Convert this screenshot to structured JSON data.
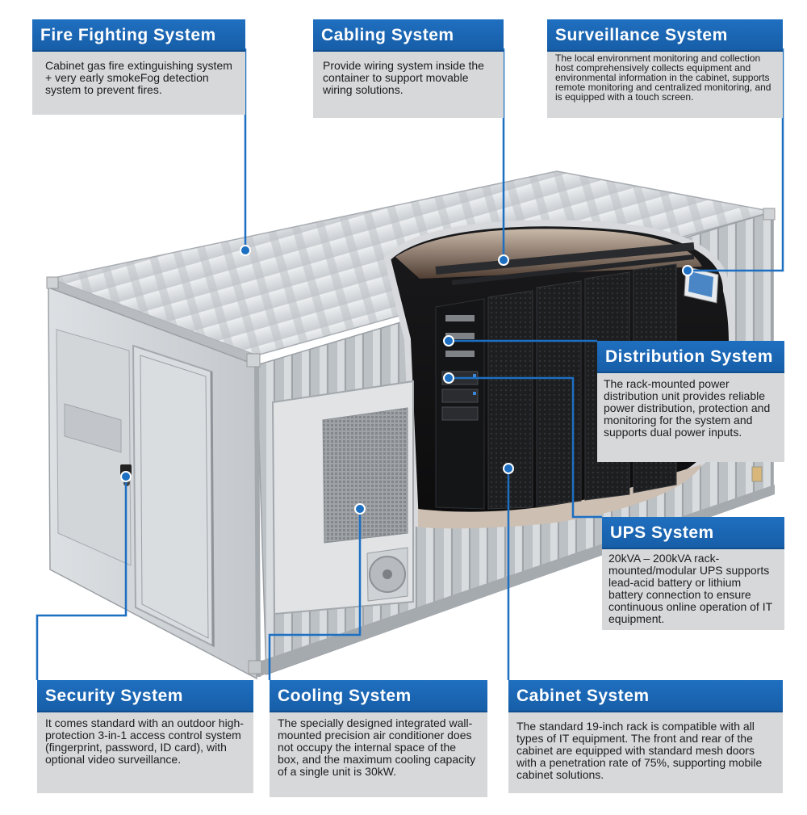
{
  "callouts": {
    "fire": {
      "title": "Fire Fighting System",
      "text": "Cabinet gas fire extinguishing system + very early smokeFog detection system to prevent fires."
    },
    "cabling": {
      "title": "Cabling System",
      "text": "Provide wiring system inside the container to support movable wiring solutions."
    },
    "surveillance": {
      "title": "Surveillance System",
      "text": "The local environment monitoring and collection host comprehensively collects equipment and environmental information in the cabinet, supports remote monitoring and centralized monitoring, and is equipped with a touch screen."
    },
    "distribution": {
      "title": "Distribution System",
      "text": "The rack-mounted power distribution unit provides reliable power distribution, protection and monitoring for the system and supports dual power inputs."
    },
    "ups": {
      "title": "UPS System",
      "text": "20kVA – 200kVA rack-mounted/modular UPS supports lead-acid battery or lithium battery connection to ensure continuous online operation of IT equipment."
    },
    "security": {
      "title": "Security System",
      "text": "It comes standard with an outdoor high-protection 3-in-1 access control system (fingerprint, password, ID card), with optional video surveillance."
    },
    "cooling": {
      "title": "Cooling System",
      "text": "The specially designed integrated wall-mounted precision air conditioner does not occupy the internal space of the box, and the maximum cooling capacity of a single unit is 30kW."
    },
    "cabinet": {
      "title": "Cabinet System",
      "text": "The standard 19-inch rack is compatible with all types of IT equipment. The front and rear of the cabinet are equipped with standard mesh doors with a penetration rate of 75%, supporting mobile cabinet solutions."
    }
  },
  "colors": {
    "header_blue": "#1f6fc0",
    "text_box_gray": "#d6d8da",
    "leader_line_blue": "#1d6fc2"
  }
}
